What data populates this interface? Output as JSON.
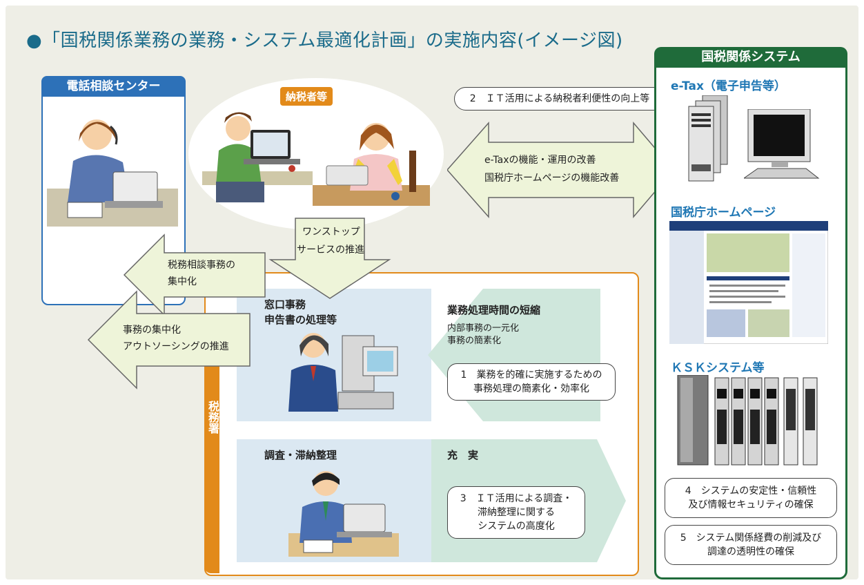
{
  "title": "●「国税関係業務の業務・システム最適化計画」の実施内容(イメージ図)",
  "colors": {
    "title": "#1a6b8a",
    "blue_panel": "#2d71b8",
    "green_panel": "#1f6b3a",
    "orange": "#e28a1a",
    "arrow_fill": "#eef4d9",
    "label_blue": "#1f77b4",
    "zone_blue": "#dbe8f2",
    "zone_teal": "#cfe7dc"
  },
  "call_center": {
    "header": "電話相談センター"
  },
  "taxpayers": {
    "tag": "納税者等"
  },
  "top_pill": "2　ＩＴ活用による納税者利便性の向上等",
  "double_arrow": {
    "line1": "e-Taxの機能・運用の改善",
    "line2": "国税庁ホームページの機能改善"
  },
  "down_arrow": {
    "line1": "ワンストップ",
    "line2": "サービスの推進"
  },
  "left_arrow_1": {
    "line1": "税務相談事務の",
    "line2": "集中化"
  },
  "left_arrow_2": {
    "line1": "事務の集中化",
    "line2": "アウトソーシングの推進"
  },
  "tax_office": {
    "side_label": "税務署",
    "counter": {
      "line1": "窓口事務",
      "line2": "申告書の処理等"
    },
    "processing": {
      "heading": "業務処理時間の短縮",
      "sub1": "内部事務の一元化",
      "sub2": "事務の簡素化",
      "pill_line1": "1　業務を的確に実施するための",
      "pill_line2": "事務処理の簡素化・効率化"
    },
    "investigation": {
      "heading": "調査・滞納整理"
    },
    "enrich": {
      "heading": "充　実",
      "pill_line1": "3　ＩＴ活用による調査・",
      "pill_line2": "滞納整理に関する",
      "pill_line3": "システムの高度化"
    }
  },
  "systems": {
    "header": "国税関係システム",
    "etax": "e-Tax（電子申告等）",
    "homepage": "国税庁ホームページ",
    "ksk": "ＫＳＫシステム等",
    "pill4_line1": "4　システムの安定性・信頼性",
    "pill4_line2": "及び情報セキュリティの確保",
    "pill5_line1": "5　システム関係経費の削減及び",
    "pill5_line2": "調達の透明性の確保"
  },
  "icons": [
    "telephone-operator-illustration",
    "taxpayer-man-illustration",
    "taxpayer-woman-illustration",
    "clerk-illustration",
    "investigator-illustration",
    "server-tower-icon",
    "monitor-icon",
    "webpage-screenshot",
    "server-rack-icon"
  ]
}
